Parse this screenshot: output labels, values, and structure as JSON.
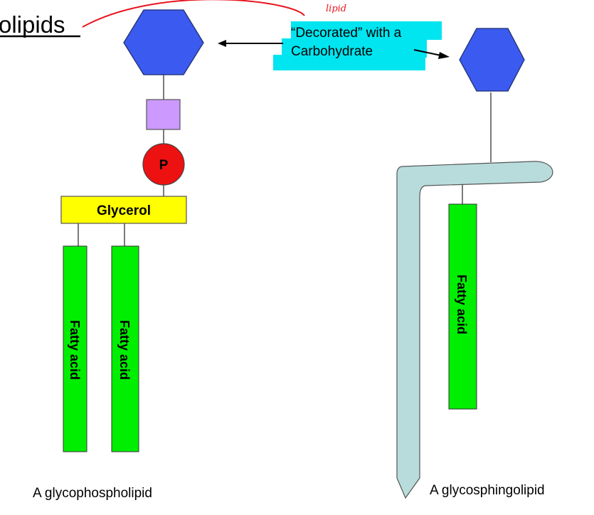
{
  "title_fragment": "olipids",
  "handwritten_note": "lipid",
  "annotation": {
    "line1": "“Decorated” with a",
    "line2": "Carbohydrate"
  },
  "left_molecule": {
    "phosphate_label": "P",
    "glycerol_label": "Glycerol",
    "fatty_acid_1": "Fatty acid",
    "fatty_acid_2": "Fatty acid",
    "caption": "A glycophospholipid"
  },
  "right_molecule": {
    "fatty_acid": "Fatty acid",
    "caption": "A glycosphingolipid"
  },
  "colors": {
    "carbohydrate": "#3b5bf0",
    "linker": "#cc99ff",
    "phosphate": "#ee1111",
    "glycerol": "#ffff00",
    "fatty_acid": "#00ee00",
    "sphingosine": "#b8dcdc",
    "highlight": "#00e5f0",
    "pen_red": "#e8141e"
  }
}
